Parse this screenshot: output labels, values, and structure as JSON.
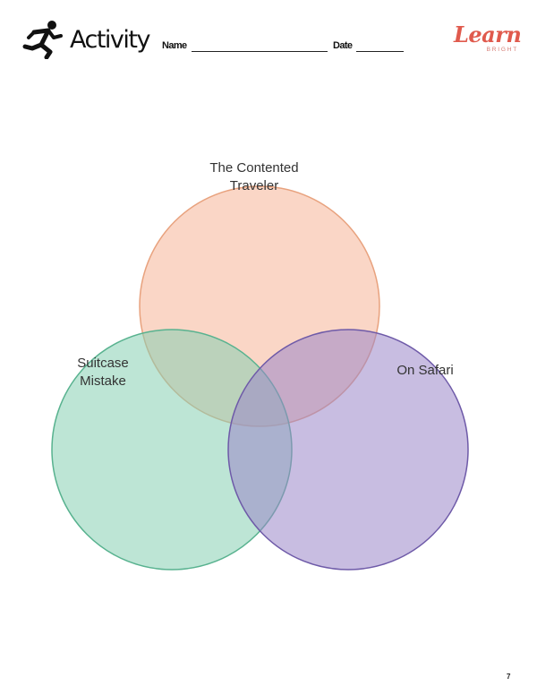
{
  "header": {
    "activity_title": "Activity",
    "name_label": "Name",
    "date_label": "Date",
    "logo_text": "Learn",
    "logo_subtext": "BRIGHT",
    "runner_icon": "runner-icon",
    "logo_color": "#e05a4d"
  },
  "venn": {
    "circles": [
      {
        "label_lines": [
          "The Contented",
          "Traveler"
        ],
        "fill": "#f6b497",
        "stroke": "#e8a27e"
      },
      {
        "label_lines": [
          "Suitcase",
          "Mistake"
        ],
        "fill": "#86cfb3",
        "stroke": "#58b28f"
      },
      {
        "label_lines": [
          "On Safari"
        ],
        "fill": "#9a86c9",
        "stroke": "#6e5aa8"
      }
    ]
  },
  "footer": {
    "page_number": "7"
  }
}
